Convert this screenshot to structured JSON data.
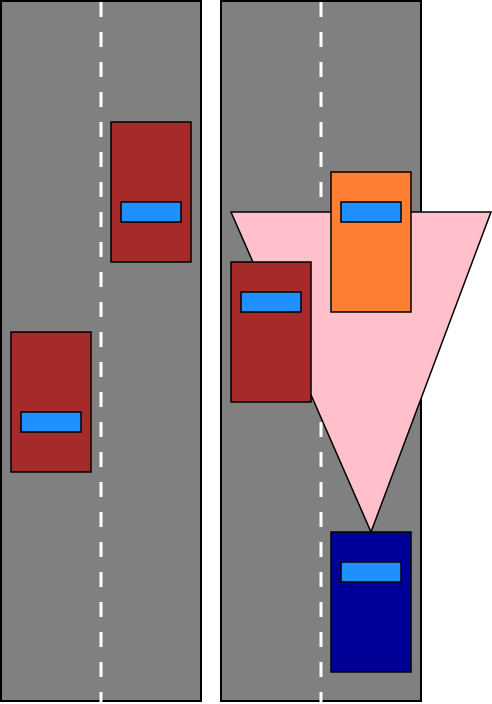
{
  "colors": {
    "background": "#ffffff",
    "road": "#808080",
    "road_outline": "#000000",
    "lane_marking": "#ffffff",
    "sensor_cone": "#ffc0cb",
    "car_red": "#a52a2a",
    "car_orange": "#ff7f32",
    "car_navy": "#000099",
    "windshield": "#1e90ff"
  },
  "roads": [
    {
      "id": "road-left"
    },
    {
      "id": "road-right"
    }
  ],
  "vehicles": [
    {
      "id": "left-road-upper-car",
      "role": "other vehicle",
      "color": "car_red"
    },
    {
      "id": "left-road-lower-car",
      "role": "other vehicle",
      "color": "car_red"
    },
    {
      "id": "right-road-red-car",
      "role": "other vehicle",
      "color": "car_red"
    },
    {
      "id": "right-road-orange-car",
      "role": "detected vehicle",
      "color": "car_orange"
    },
    {
      "id": "right-road-navy-car",
      "role": "ego vehicle",
      "color": "car_navy"
    }
  ],
  "sensor_cone": {
    "shape": "triangle",
    "origin_vehicle": "right-road-navy-car"
  }
}
